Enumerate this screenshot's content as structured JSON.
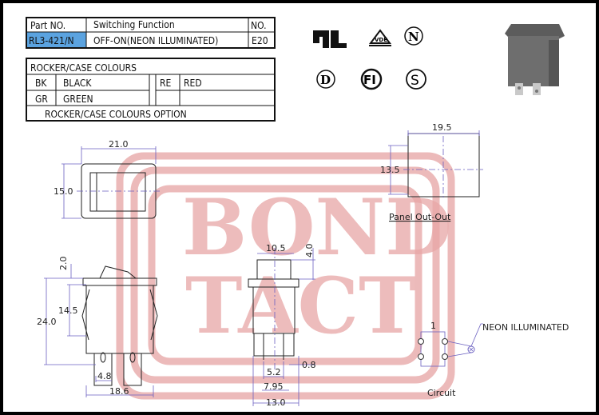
{
  "part_table": {
    "headers": [
      "Part NO.",
      "Switching Function",
      "NO."
    ],
    "row": {
      "part_no": "RL3-421/N",
      "function": "OFF-ON(NEON ILLUMINATED)",
      "no": "E20"
    }
  },
  "colour_table": {
    "title": "ROCKER/CASE COLOURS",
    "rows": [
      {
        "code": "BK",
        "name": "BLACK",
        "code2": "RE",
        "name2": "RED"
      },
      {
        "code": "GR",
        "name": "GREEN",
        "code2": "",
        "name2": ""
      }
    ],
    "footer": "ROCKER/CASE COLOURS OPTION"
  },
  "certifications": [
    "UL",
    "VDE",
    "N",
    "D",
    "FI",
    "S"
  ],
  "dimensions": {
    "top_width": "21.0",
    "top_height": "15.0",
    "panel_width": "19.5",
    "panel_height": "13.5",
    "panel_label": "Panel Out-Out",
    "rocker_height": "2.0",
    "body_height": "14.5",
    "total_height": "24.0",
    "terminal_width": "4.8",
    "base_width": "18.6",
    "front_top_width": "10.5",
    "front_top_height": "4.0",
    "pin_thickness": "0.8",
    "pin_spacing": "5.2",
    "pin_outer": "7.95",
    "front_width": "13.0"
  },
  "circuit": {
    "pin_label": "1",
    "lamp_label": "NEON ILLUMINATED",
    "title": "Circuit"
  },
  "watermark": {
    "line1": "BOND",
    "line2": "TACT"
  },
  "colors": {
    "part_highlight": "#5ba3e0",
    "dimension": "#6a5fc0",
    "watermark": "#e5a3a3"
  }
}
